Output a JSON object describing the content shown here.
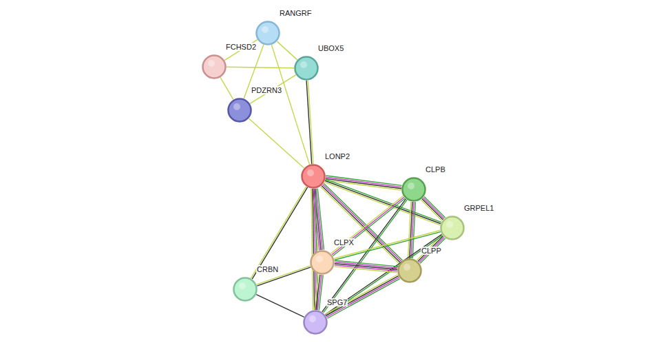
{
  "diagram": {
    "nodes": [
      {
        "text": [
          "RANGRF"
        ]
      },
      {
        "text": [
          "FCHSD2"
        ]
      },
      {
        "text": [
          "UBOX5"
        ]
      },
      {
        "text": [
          "PDZRN3"
        ]
      },
      {
        "text": [
          "LONP2"
        ]
      },
      {
        "text": [
          "CLPB"
        ]
      },
      {
        "text": [
          "GRPEL1"
        ]
      },
      {
        "text": [
          "CLPX"
        ]
      },
      {
        "text": [
          "CLPP"
        ]
      },
      {
        "text": [
          "CRBN"
        ]
      },
      {
        "text": [
          "SPG7"
        ]
      }
    ],
    "edges": [
      {
        "from": 0,
        "to": 1,
        "arrow": "none"
      },
      {
        "from": 0,
        "to": 2,
        "arrow": "none"
      },
      {
        "from": 0,
        "to": 3,
        "arrow": "none"
      },
      {
        "from": 0,
        "to": 4,
        "arrow": "none"
      },
      {
        "from": 1,
        "to": 2,
        "arrow": "none"
      },
      {
        "from": 1,
        "to": 3,
        "arrow": "none"
      },
      {
        "from": 2,
        "to": 3,
        "arrow": "none"
      },
      {
        "from": 2,
        "to": 4,
        "arrow": "none"
      },
      {
        "from": 3,
        "to": 4,
        "arrow": "none"
      },
      {
        "from": 4,
        "to": 5,
        "arrow": "none"
      },
      {
        "from": 4,
        "to": 6,
        "arrow": "none"
      },
      {
        "from": 4,
        "to": 7,
        "arrow": "none"
      },
      {
        "from": 4,
        "to": 8,
        "arrow": "none"
      },
      {
        "from": 4,
        "to": 10,
        "arrow": "none"
      },
      {
        "from": 4,
        "to": 9,
        "arrow": "none"
      },
      {
        "from": 5,
        "to": 6,
        "arrow": "none"
      },
      {
        "from": 5,
        "to": 8,
        "arrow": "none"
      },
      {
        "from": 5,
        "to": 7,
        "arrow": "none"
      },
      {
        "from": 5,
        "to": 10,
        "arrow": "none"
      },
      {
        "from": 6,
        "to": 7,
        "arrow": "none"
      },
      {
        "from": 6,
        "to": 8,
        "arrow": "none"
      },
      {
        "from": 6,
        "to": 10,
        "arrow": "none"
      },
      {
        "from": 7,
        "to": 8,
        "arrow": "none"
      },
      {
        "from": 7,
        "to": 10,
        "arrow": "none"
      },
      {
        "from": 7,
        "to": 9,
        "arrow": "none"
      },
      {
        "from": 8,
        "to": 10,
        "arrow": "none"
      },
      {
        "from": 9,
        "to": 10,
        "arrow": "none"
      }
    ]
  }
}
